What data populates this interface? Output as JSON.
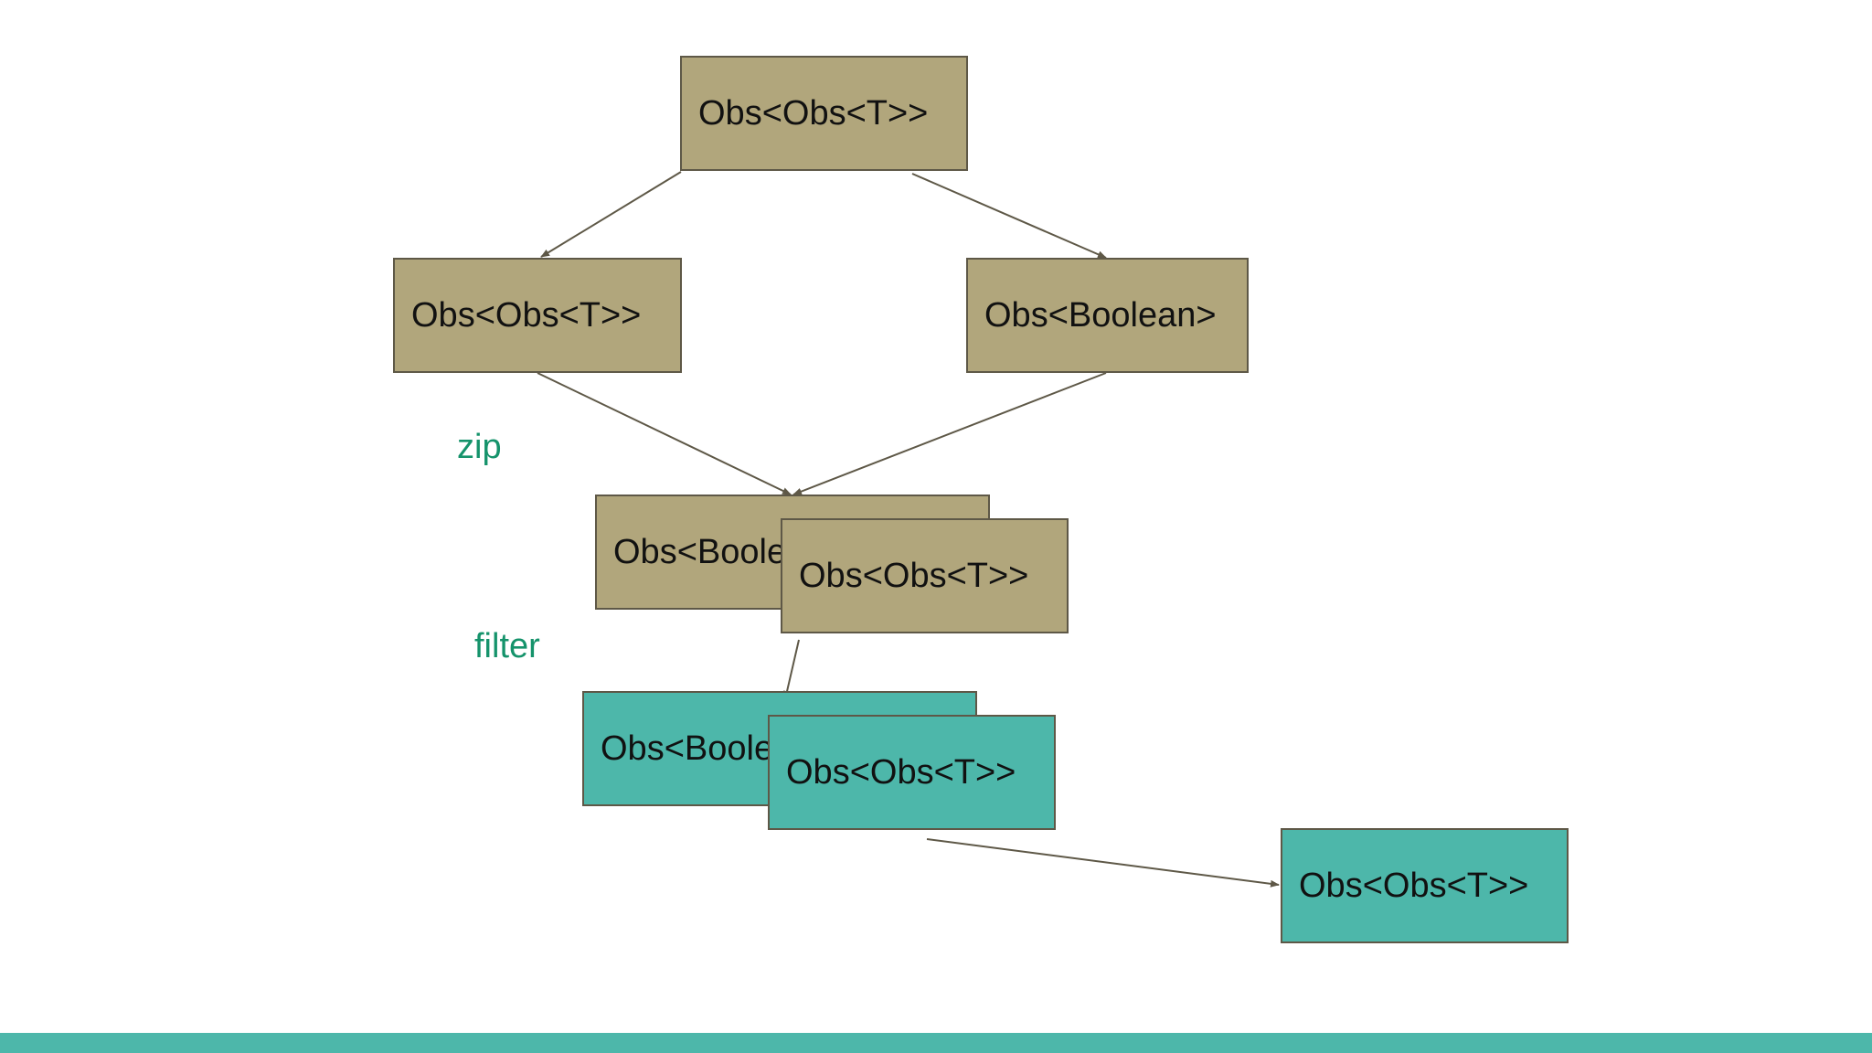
{
  "colors": {
    "tan_fill": "#b1a67c",
    "teal_fill": "#4db7aa",
    "border": "#5e5847",
    "edge": "#5e5847",
    "operator_label": "#15936b",
    "footer_bar": "#4db7aa"
  },
  "nodes": {
    "root": "Obs<Obs<T>>",
    "left": "Obs<Obs<T>>",
    "right": "Obs<Boolean>",
    "zipped_back": "Obs<Boolean>",
    "zipped_front": "Obs<Obs<T>>",
    "filtered_back": "Obs<Boolean>",
    "filtered_front": "Obs<Obs<T>>",
    "result": "Obs<Obs<T>>"
  },
  "operators": {
    "zip": "zip",
    "filter": "filter"
  }
}
